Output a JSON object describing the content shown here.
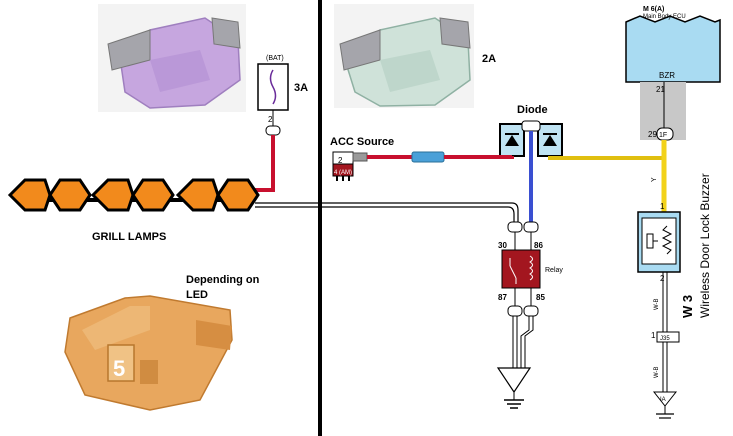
{
  "left_panel": {
    "fuse_bat_label": "(BAT)",
    "fuse_pin": "2",
    "fuse_rating_left": "3A",
    "grill_lamps_label": "GRILL LAMPS",
    "depending_label_line1": "Depending on",
    "depending_label_line2": "LED",
    "led_fuse_digit": "5"
  },
  "right_panel": {
    "fuse_rating_right": "2A",
    "diode_label": "Diode",
    "acc_source_label": "ACC Source",
    "acc_pin": "2",
    "acc_sub": "4 (AM)",
    "relay_label": "Relay",
    "relay_pins": [
      "30",
      "86",
      "87",
      "85"
    ],
    "ecu_title": "M 6(A)",
    "ecu_subtitle": "Main Body ECU",
    "ecu_terminal": "BZR",
    "ecu_pin": "21",
    "connector_pin": "29",
    "connector_id": "1F",
    "wire_y_label": "Y",
    "buzzer_pin_1": "1",
    "buzzer_pin_2": "2",
    "buzzer_code": "W 3",
    "buzzer_name": "Wireless Door Lock Buzzer",
    "wire_wb_1": "W-B",
    "wire_wb_2": "W-B",
    "j_pin": "1",
    "j_id": "J35",
    "ground_id": "IA"
  },
  "colors": {
    "wire_red": "#c8102e",
    "wire_yellow": "#f2d21a",
    "wire_blue": "#3a4fd1",
    "wire_black": "#000000",
    "bow_fill": "#f28a1c",
    "relay_fill": "#a3161f",
    "ecu_fill": "#a9dbf2",
    "diode_fill": "#bfe3f3",
    "fuse_purple": "#c8a8e0",
    "fuse_green": "#cfe2d9",
    "fuse_orange": "#e8a75e"
  }
}
